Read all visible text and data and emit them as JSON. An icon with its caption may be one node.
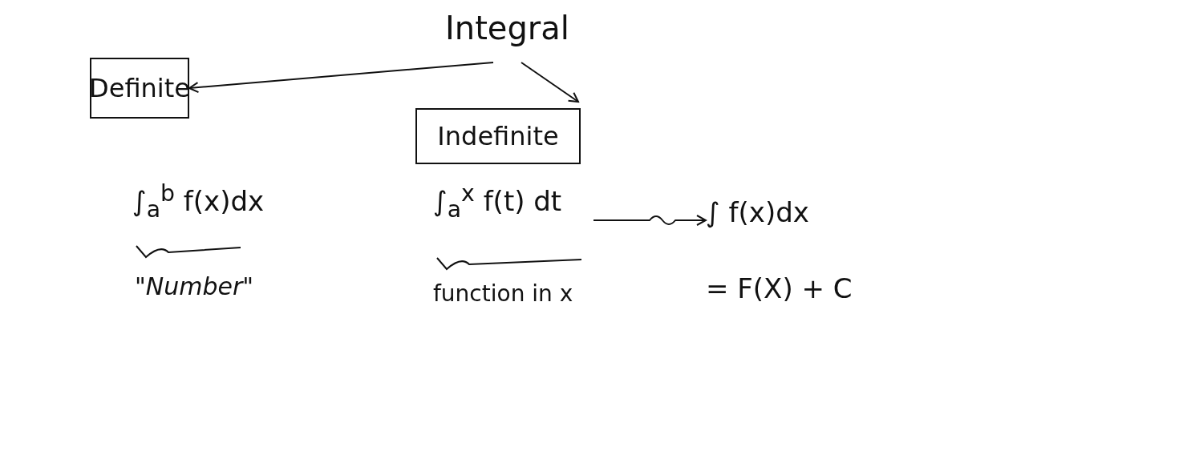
{
  "diagram": {
    "nodes": [
      {
        "text": [
          "Integral"
        ]
      },
      {
        "text": [
          "Definite"
        ]
      },
      {
        "text": [
          "Indefinite"
        ]
      },
      {
        "text": [
          "∫$_{a}$$^{x}$ f(t) dt"
        ]
      },
      {
        "text": [
          "∫ f(x)dx",
          "= F(X) + C"
        ]
      }
    ],
    "edges": [
      {
        "from": 0,
        "to": 1,
        "arrow": "to"
      },
      {
        "from": 0,
        "to": 2,
        "arrow": "to"
      },
      {
        "from": 3,
        "to": 4,
        "arrow": "to"
      }
    ],
    "labels": [
      "∫$_{a}$$^{b}$ f(x)dx",
      "\"Number\"",
      "function in x"
    ]
  }
}
